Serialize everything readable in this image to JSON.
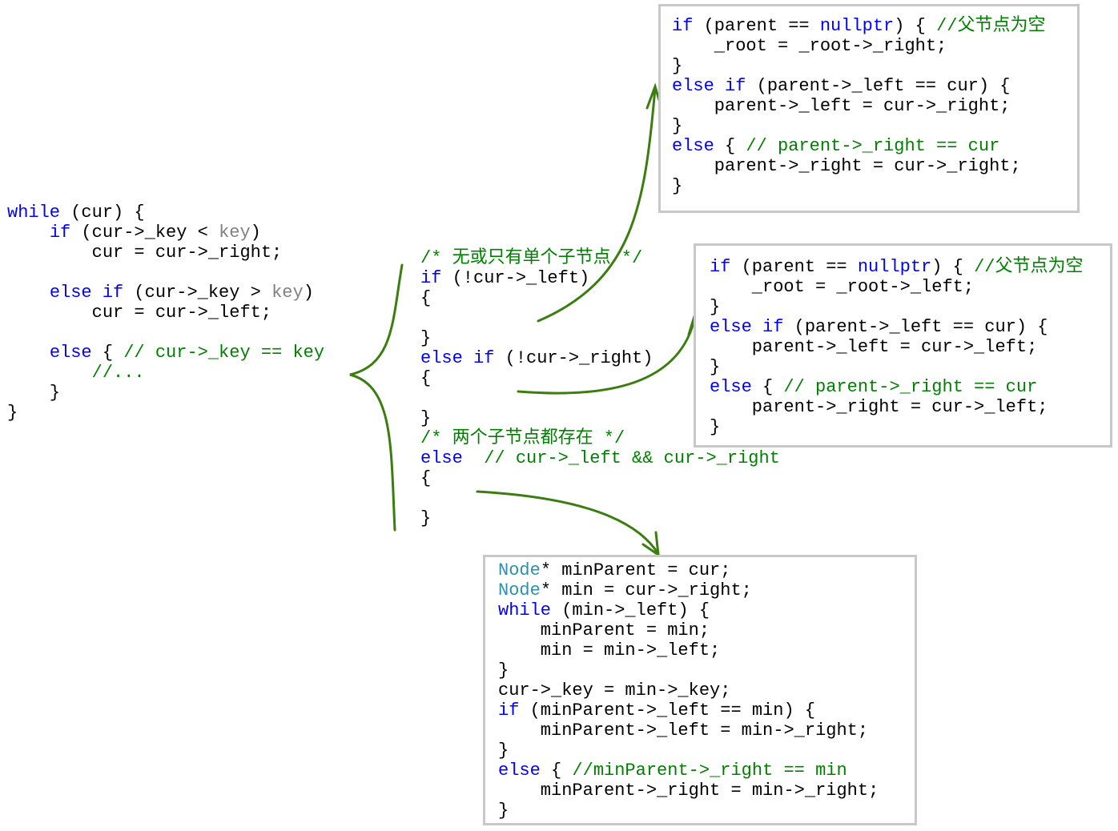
{
  "colors": {
    "keyword": "#0000ff",
    "comment": "#008000",
    "type": "#2b91af",
    "param": "#808080",
    "arrow": "#3b7d0f",
    "box_border": "#c8c8c8"
  },
  "blocks": {
    "search_loop": [
      [
        [
          "while",
          "kw"
        ],
        [
          " (cur) {",
          "tx"
        ]
      ],
      [
        [
          "    ",
          "tx"
        ],
        [
          "if",
          "kw"
        ],
        [
          " (cur->_key < ",
          "tx"
        ],
        [
          "key",
          "gr"
        ],
        [
          ")",
          "tx"
        ]
      ],
      [
        [
          "        cur = cur->_right;",
          "tx"
        ]
      ],
      [],
      [
        [
          "    ",
          "tx"
        ],
        [
          "else",
          "kw"
        ],
        [
          " ",
          "tx"
        ],
        [
          "if",
          "kw"
        ],
        [
          " (cur->_key > ",
          "tx"
        ],
        [
          "key",
          "gr"
        ],
        [
          ")",
          "tx"
        ]
      ],
      [
        [
          "        cur = cur->_left;",
          "tx"
        ]
      ],
      [],
      [
        [
          "    ",
          "tx"
        ],
        [
          "else",
          "kw"
        ],
        [
          " { ",
          "tx"
        ],
        [
          "// cur->_key == key",
          "cm"
        ]
      ],
      [
        [
          "        ",
          "tx"
        ],
        [
          "//...",
          "cm"
        ]
      ],
      [
        [
          "    }",
          "tx"
        ]
      ],
      [
        [
          "}",
          "tx"
        ]
      ]
    ],
    "cases": [
      [
        [
          "/* 无或只有单个子节点 */",
          "cm"
        ]
      ],
      [
        [
          "if",
          "kw"
        ],
        [
          " (!cur->_left)",
          "tx"
        ]
      ],
      [
        [
          "{",
          "tx"
        ]
      ],
      [],
      [
        [
          "}",
          "tx"
        ]
      ],
      [
        [
          "else",
          "kw"
        ],
        [
          " ",
          "tx"
        ],
        [
          "if",
          "kw"
        ],
        [
          " (!cur->_right)",
          "tx"
        ]
      ],
      [
        [
          "{",
          "tx"
        ]
      ],
      [],
      [
        [
          "}",
          "tx"
        ]
      ],
      [
        [
          "/* 两个子节点都存在 */",
          "cm"
        ]
      ],
      [
        [
          "else",
          "kw"
        ],
        [
          "  ",
          "tx"
        ],
        [
          "// cur->_left && cur->_right",
          "cm"
        ]
      ],
      [
        [
          "{",
          "tx"
        ]
      ],
      [],
      [
        [
          "}",
          "tx"
        ]
      ]
    ],
    "left_null_box": [
      [
        [
          "if",
          "kw"
        ],
        [
          " (parent == ",
          "tx"
        ],
        [
          "nullptr",
          "kw"
        ],
        [
          ") { ",
          "tx"
        ],
        [
          "//父节点为空",
          "cm"
        ]
      ],
      [
        [
          "    _root = _root->_right;",
          "tx"
        ]
      ],
      [
        [
          "}",
          "tx"
        ]
      ],
      [
        [
          "else",
          "kw"
        ],
        [
          " ",
          "tx"
        ],
        [
          "if",
          "kw"
        ],
        [
          " (parent->_left == cur) {",
          "tx"
        ]
      ],
      [
        [
          "    parent->_left = cur->_right;",
          "tx"
        ]
      ],
      [
        [
          "}",
          "tx"
        ]
      ],
      [
        [
          "else",
          "kw"
        ],
        [
          " { ",
          "tx"
        ],
        [
          "// parent->_right == cur",
          "cm"
        ]
      ],
      [
        [
          "    parent->_right = cur->_right;",
          "tx"
        ]
      ],
      [
        [
          "}",
          "tx"
        ]
      ]
    ],
    "right_null_box": [
      [
        [
          "if",
          "kw"
        ],
        [
          " (parent == ",
          "tx"
        ],
        [
          "nullptr",
          "kw"
        ],
        [
          ") { ",
          "tx"
        ],
        [
          "//父节点为空",
          "cm"
        ]
      ],
      [
        [
          "    _root = _root->_left;",
          "tx"
        ]
      ],
      [
        [
          "}",
          "tx"
        ]
      ],
      [
        [
          "else",
          "kw"
        ],
        [
          " ",
          "tx"
        ],
        [
          "if",
          "kw"
        ],
        [
          " (parent->_left == cur) {",
          "tx"
        ]
      ],
      [
        [
          "    parent->_left = cur->_left;",
          "tx"
        ]
      ],
      [
        [
          "}",
          "tx"
        ]
      ],
      [
        [
          "else",
          "kw"
        ],
        [
          " { ",
          "tx"
        ],
        [
          "// parent->_right == cur",
          "cm"
        ]
      ],
      [
        [
          "    parent->_right = cur->_left;",
          "tx"
        ]
      ],
      [
        [
          "}",
          "tx"
        ]
      ]
    ],
    "two_children_box": [
      [
        [
          "Node",
          "ty"
        ],
        [
          "* minParent = cur;",
          "tx"
        ]
      ],
      [
        [
          "Node",
          "ty"
        ],
        [
          "* min = cur->_right;",
          "tx"
        ]
      ],
      [
        [
          "while",
          "kw"
        ],
        [
          " (min->_left) {",
          "tx"
        ]
      ],
      [
        [
          "    minParent = min;",
          "tx"
        ]
      ],
      [
        [
          "    min = min->_left;",
          "tx"
        ]
      ],
      [
        [
          "}",
          "tx"
        ]
      ],
      [
        [
          "cur->_key = min->_key;",
          "tx"
        ]
      ],
      [
        [
          "if",
          "kw"
        ],
        [
          " (minParent->_left == min) {",
          "tx"
        ]
      ],
      [
        [
          "    minParent->_left = min->_right;",
          "tx"
        ]
      ],
      [
        [
          "}",
          "tx"
        ]
      ],
      [
        [
          "else",
          "kw"
        ],
        [
          " { ",
          "tx"
        ],
        [
          "//minParent->_right == min",
          "cm"
        ]
      ],
      [
        [
          "    minParent->_right = min->_right;",
          "tx"
        ]
      ],
      [
        [
          "}",
          "tx"
        ]
      ]
    ]
  }
}
